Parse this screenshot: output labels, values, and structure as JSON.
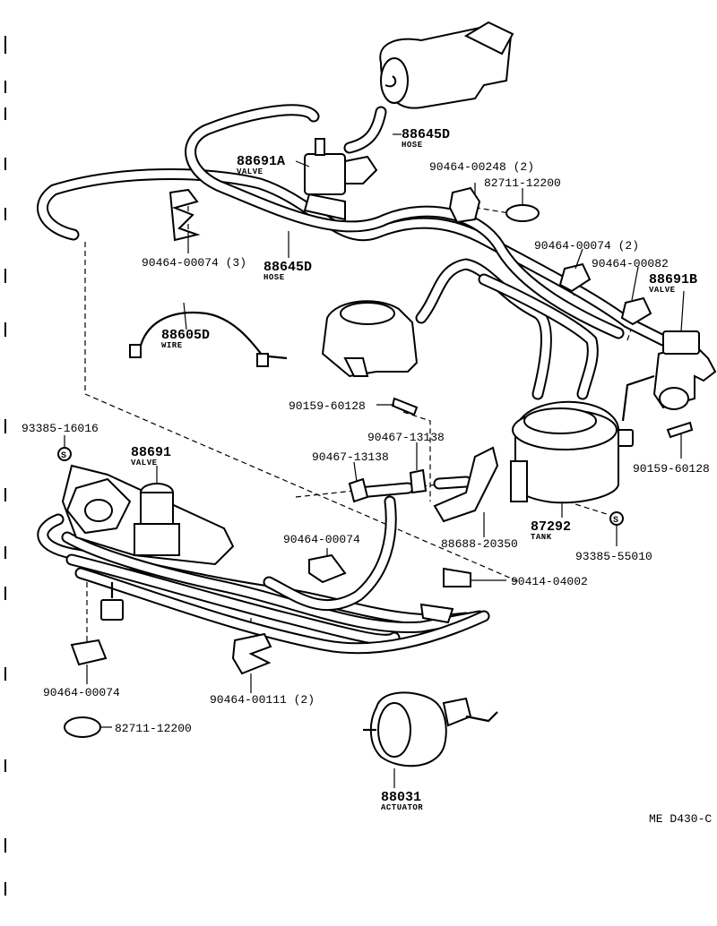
{
  "diagram_code": "ME D430-C",
  "parts": {
    "hose_upper": {
      "number": "88645D",
      "name": "HOSE"
    },
    "valve_a": {
      "number": "88691A",
      "name": "VALVE"
    },
    "clamp_top": {
      "number": "90464-00248 (2)"
    },
    "band_top": {
      "number": "82711-12200"
    },
    "clamps_3": {
      "number": "90464-00074 (3)"
    },
    "hose_mid": {
      "number": "88645D",
      "name": "HOSE"
    },
    "clamps_2_right": {
      "number": "90464-00074 (2)"
    },
    "clamp_82": {
      "number": "90464-00082"
    },
    "valve_b": {
      "number": "88691B",
      "name": "VALVE"
    },
    "wire": {
      "number": "88605D",
      "name": "WIRE"
    },
    "bolt_left": {
      "number": "90159-60128"
    },
    "bolt_right": {
      "number": "90159-60128"
    },
    "screw_left": {
      "number": "93385-16016"
    },
    "valve_main": {
      "number": "88691",
      "name": "VALVE"
    },
    "clip_13138_a": {
      "number": "90467-13138"
    },
    "clip_13138_b": {
      "number": "90467-13138"
    },
    "tank": {
      "number": "87292",
      "name": "TANK"
    },
    "bracket": {
      "number": "88688-20350"
    },
    "screw_right": {
      "number": "93385-55010"
    },
    "clamp_center": {
      "number": "90464-00074"
    },
    "connector": {
      "number": "90414-04002"
    },
    "clamp_bottom_left": {
      "number": "90464-00074"
    },
    "clamps_111": {
      "number": "90464-00111 (2)"
    },
    "band_bottom": {
      "number": "82711-12200"
    },
    "actuator": {
      "number": "88031",
      "name": "ACTUATOR"
    }
  }
}
